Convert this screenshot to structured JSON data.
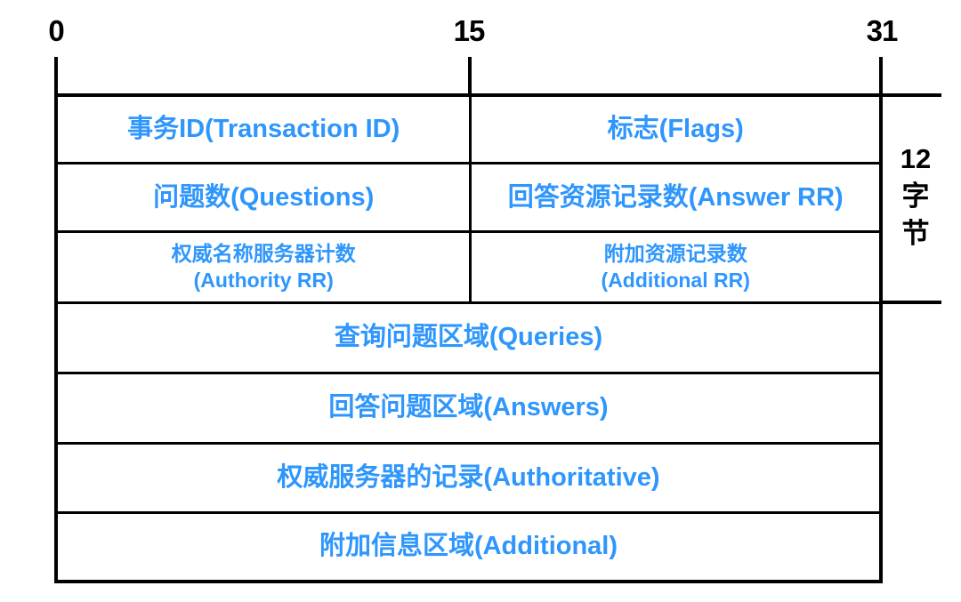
{
  "colors": {
    "accent_blue": "#2E96FC",
    "line_black": "#000000"
  },
  "axis": {
    "tick0": "0",
    "tick15": "15",
    "tick31": "31"
  },
  "byte_bracket": {
    "label": "12字节",
    "lines": [
      "12",
      "字",
      "节"
    ]
  },
  "header_rows": [
    {
      "left": "事务ID(Transaction ID)",
      "right": "标志(Flags)"
    },
    {
      "left": "问题数(Questions)",
      "right": "回答资源记录数(Answer RR)"
    },
    {
      "left_line1": "权威名称服务器计数",
      "left_line2": "(Authority RR)",
      "right_line1": "附加资源记录数",
      "right_line2": "(Additional RR)"
    }
  ],
  "section_rows": [
    {
      "label": "查询问题区域(Queries)"
    },
    {
      "label": "回答问题区域(Answers)"
    },
    {
      "label": "权威服务器的记录(Authoritative)"
    },
    {
      "label": "附加信息区域(Additional)"
    }
  ]
}
